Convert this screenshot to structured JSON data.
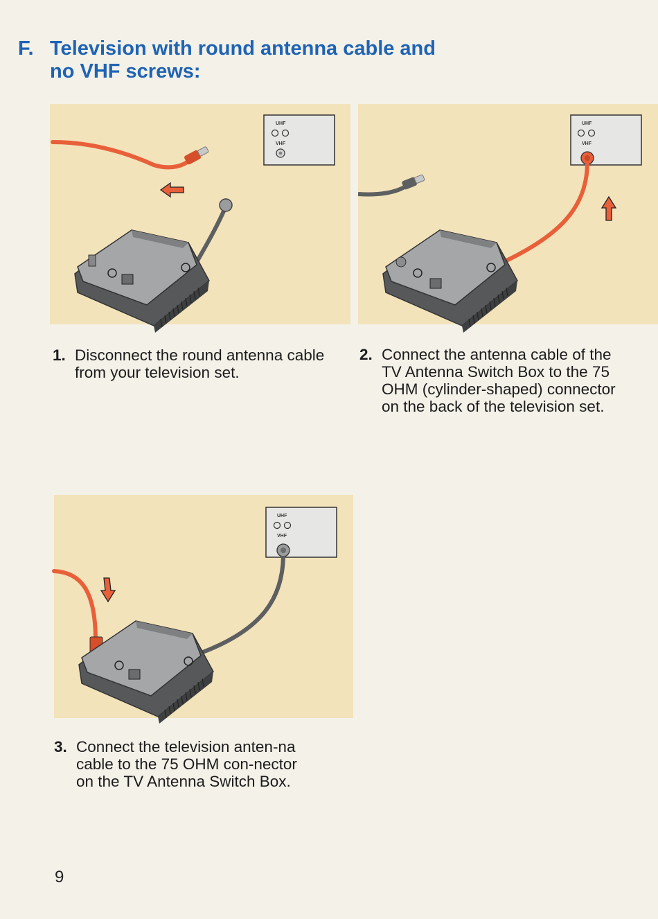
{
  "heading": {
    "letter": "F.",
    "line1": "Television with round antenna cable and",
    "line2": "no VHF screws:"
  },
  "steps": [
    {
      "number": "1.",
      "text": "Disconnect the round antenna cable from your television set."
    },
    {
      "number": "2.",
      "text": "Connect the antenna cable of the TV Antenna Switch Box to the 75 OHM (cylinder-shaped) connector on the back of the television set."
    },
    {
      "number": "3.",
      "text": "Connect the television anten-na cable to the 75 OHM con-nector on the TV Antenna Switch Box."
    }
  ],
  "tv_panel": {
    "uhf_label": "UHF",
    "vhf_label": "VHF"
  },
  "page_number": "9",
  "colors": {
    "heading": "#1f63b4",
    "panel_background": "#f3e3bb",
    "cable_orange": "#e8603a",
    "cable_gray": "#5d5f60",
    "switch_box": "#6e7072"
  },
  "icons": [
    "arrow-left-icon",
    "arrow-up-icon",
    "arrow-down-icon",
    "switch-box-illustration",
    "tv-connector-panel"
  ]
}
